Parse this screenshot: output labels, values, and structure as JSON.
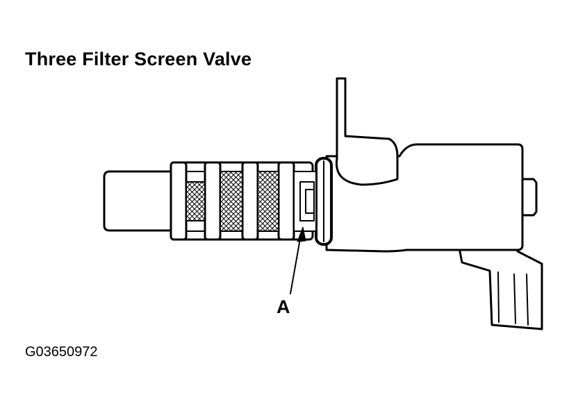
{
  "title": "Three Filter Screen Valve",
  "callout": "A",
  "figure_id": "G03650972"
}
